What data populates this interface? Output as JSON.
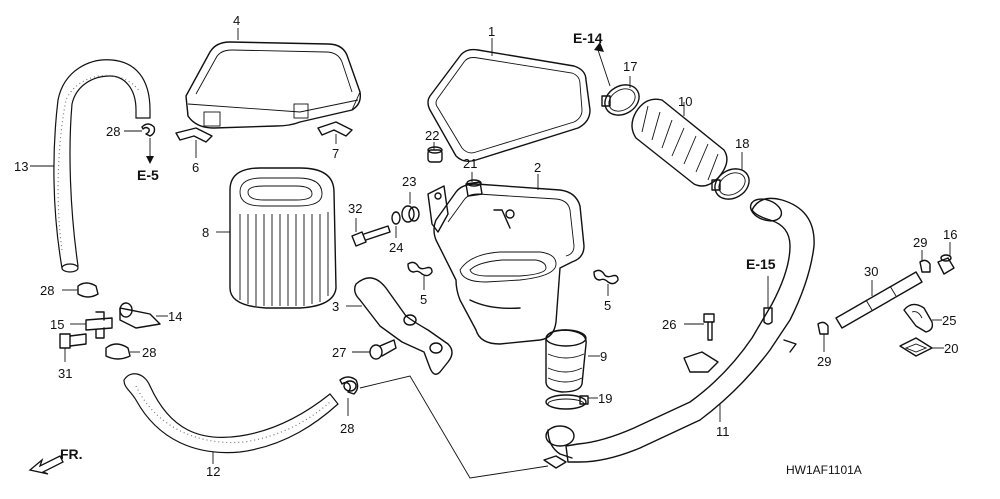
{
  "callouts": [
    {
      "id": "1",
      "text": "1"
    },
    {
      "id": "2",
      "text": "2"
    },
    {
      "id": "3",
      "text": "3"
    },
    {
      "id": "4",
      "text": "4"
    },
    {
      "id": "5a",
      "text": "5"
    },
    {
      "id": "5b",
      "text": "5"
    },
    {
      "id": "6",
      "text": "6"
    },
    {
      "id": "7",
      "text": "7"
    },
    {
      "id": "8",
      "text": "8"
    },
    {
      "id": "9",
      "text": "9"
    },
    {
      "id": "10",
      "text": "10"
    },
    {
      "id": "11",
      "text": "11"
    },
    {
      "id": "12",
      "text": "12"
    },
    {
      "id": "13",
      "text": "13"
    },
    {
      "id": "14",
      "text": "14"
    },
    {
      "id": "15",
      "text": "15"
    },
    {
      "id": "16",
      "text": "16"
    },
    {
      "id": "17",
      "text": "17"
    },
    {
      "id": "18",
      "text": "18"
    },
    {
      "id": "19",
      "text": "19"
    },
    {
      "id": "20",
      "text": "20"
    },
    {
      "id": "21",
      "text": "21"
    },
    {
      "id": "22",
      "text": "22"
    },
    {
      "id": "23",
      "text": "23"
    },
    {
      "id": "24",
      "text": "24"
    },
    {
      "id": "25",
      "text": "25"
    },
    {
      "id": "26",
      "text": "26"
    },
    {
      "id": "27",
      "text": "27"
    },
    {
      "id": "28a",
      "text": "28"
    },
    {
      "id": "28b",
      "text": "28"
    },
    {
      "id": "28c",
      "text": "28"
    },
    {
      "id": "28d",
      "text": "28"
    },
    {
      "id": "29a",
      "text": "29"
    },
    {
      "id": "29b",
      "text": "29"
    },
    {
      "id": "30",
      "text": "30"
    },
    {
      "id": "31",
      "text": "31"
    },
    {
      "id": "32",
      "text": "32"
    }
  ],
  "references": {
    "e14": "E-14",
    "e15": "E-15",
    "e5": "E-5"
  },
  "direction": "FR.",
  "diagram_code": "HW1AF1101A"
}
